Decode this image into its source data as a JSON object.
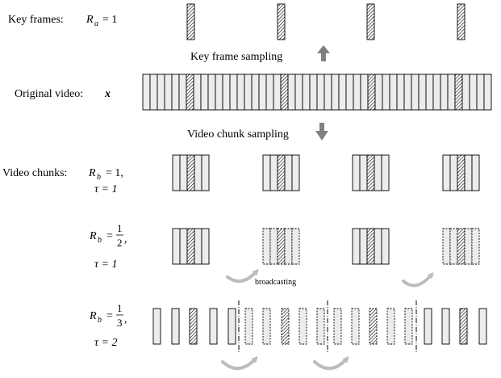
{
  "labels": {
    "key_frames": "Key frames:",
    "key_frame_sampling": "Key frame sampling",
    "original_video": "Original video:",
    "x_symbol": "x",
    "video_chunk_sampling": "Video chunk sampling",
    "video_chunks": "Video chunks:",
    "broadcasting": "broadcasting"
  },
  "params": {
    "ra": {
      "sym": "R",
      "sub": "a",
      "eq": "= 1"
    },
    "row1": {
      "sym": "R",
      "sub": "b",
      "eq": "= 1,",
      "tau": "τ = 1"
    },
    "row2": {
      "sym": "R",
      "sub": "b",
      "num": "1",
      "den": "2",
      "tau": "τ = 1"
    },
    "row3": {
      "sym": "R",
      "sub": "b",
      "num": "1",
      "den": "3",
      "tau": "τ = 2"
    }
  },
  "colors": {
    "frame_fill": "#ececec",
    "arrow_gray": "#808080",
    "curve_gray": "#bdbdbd"
  }
}
